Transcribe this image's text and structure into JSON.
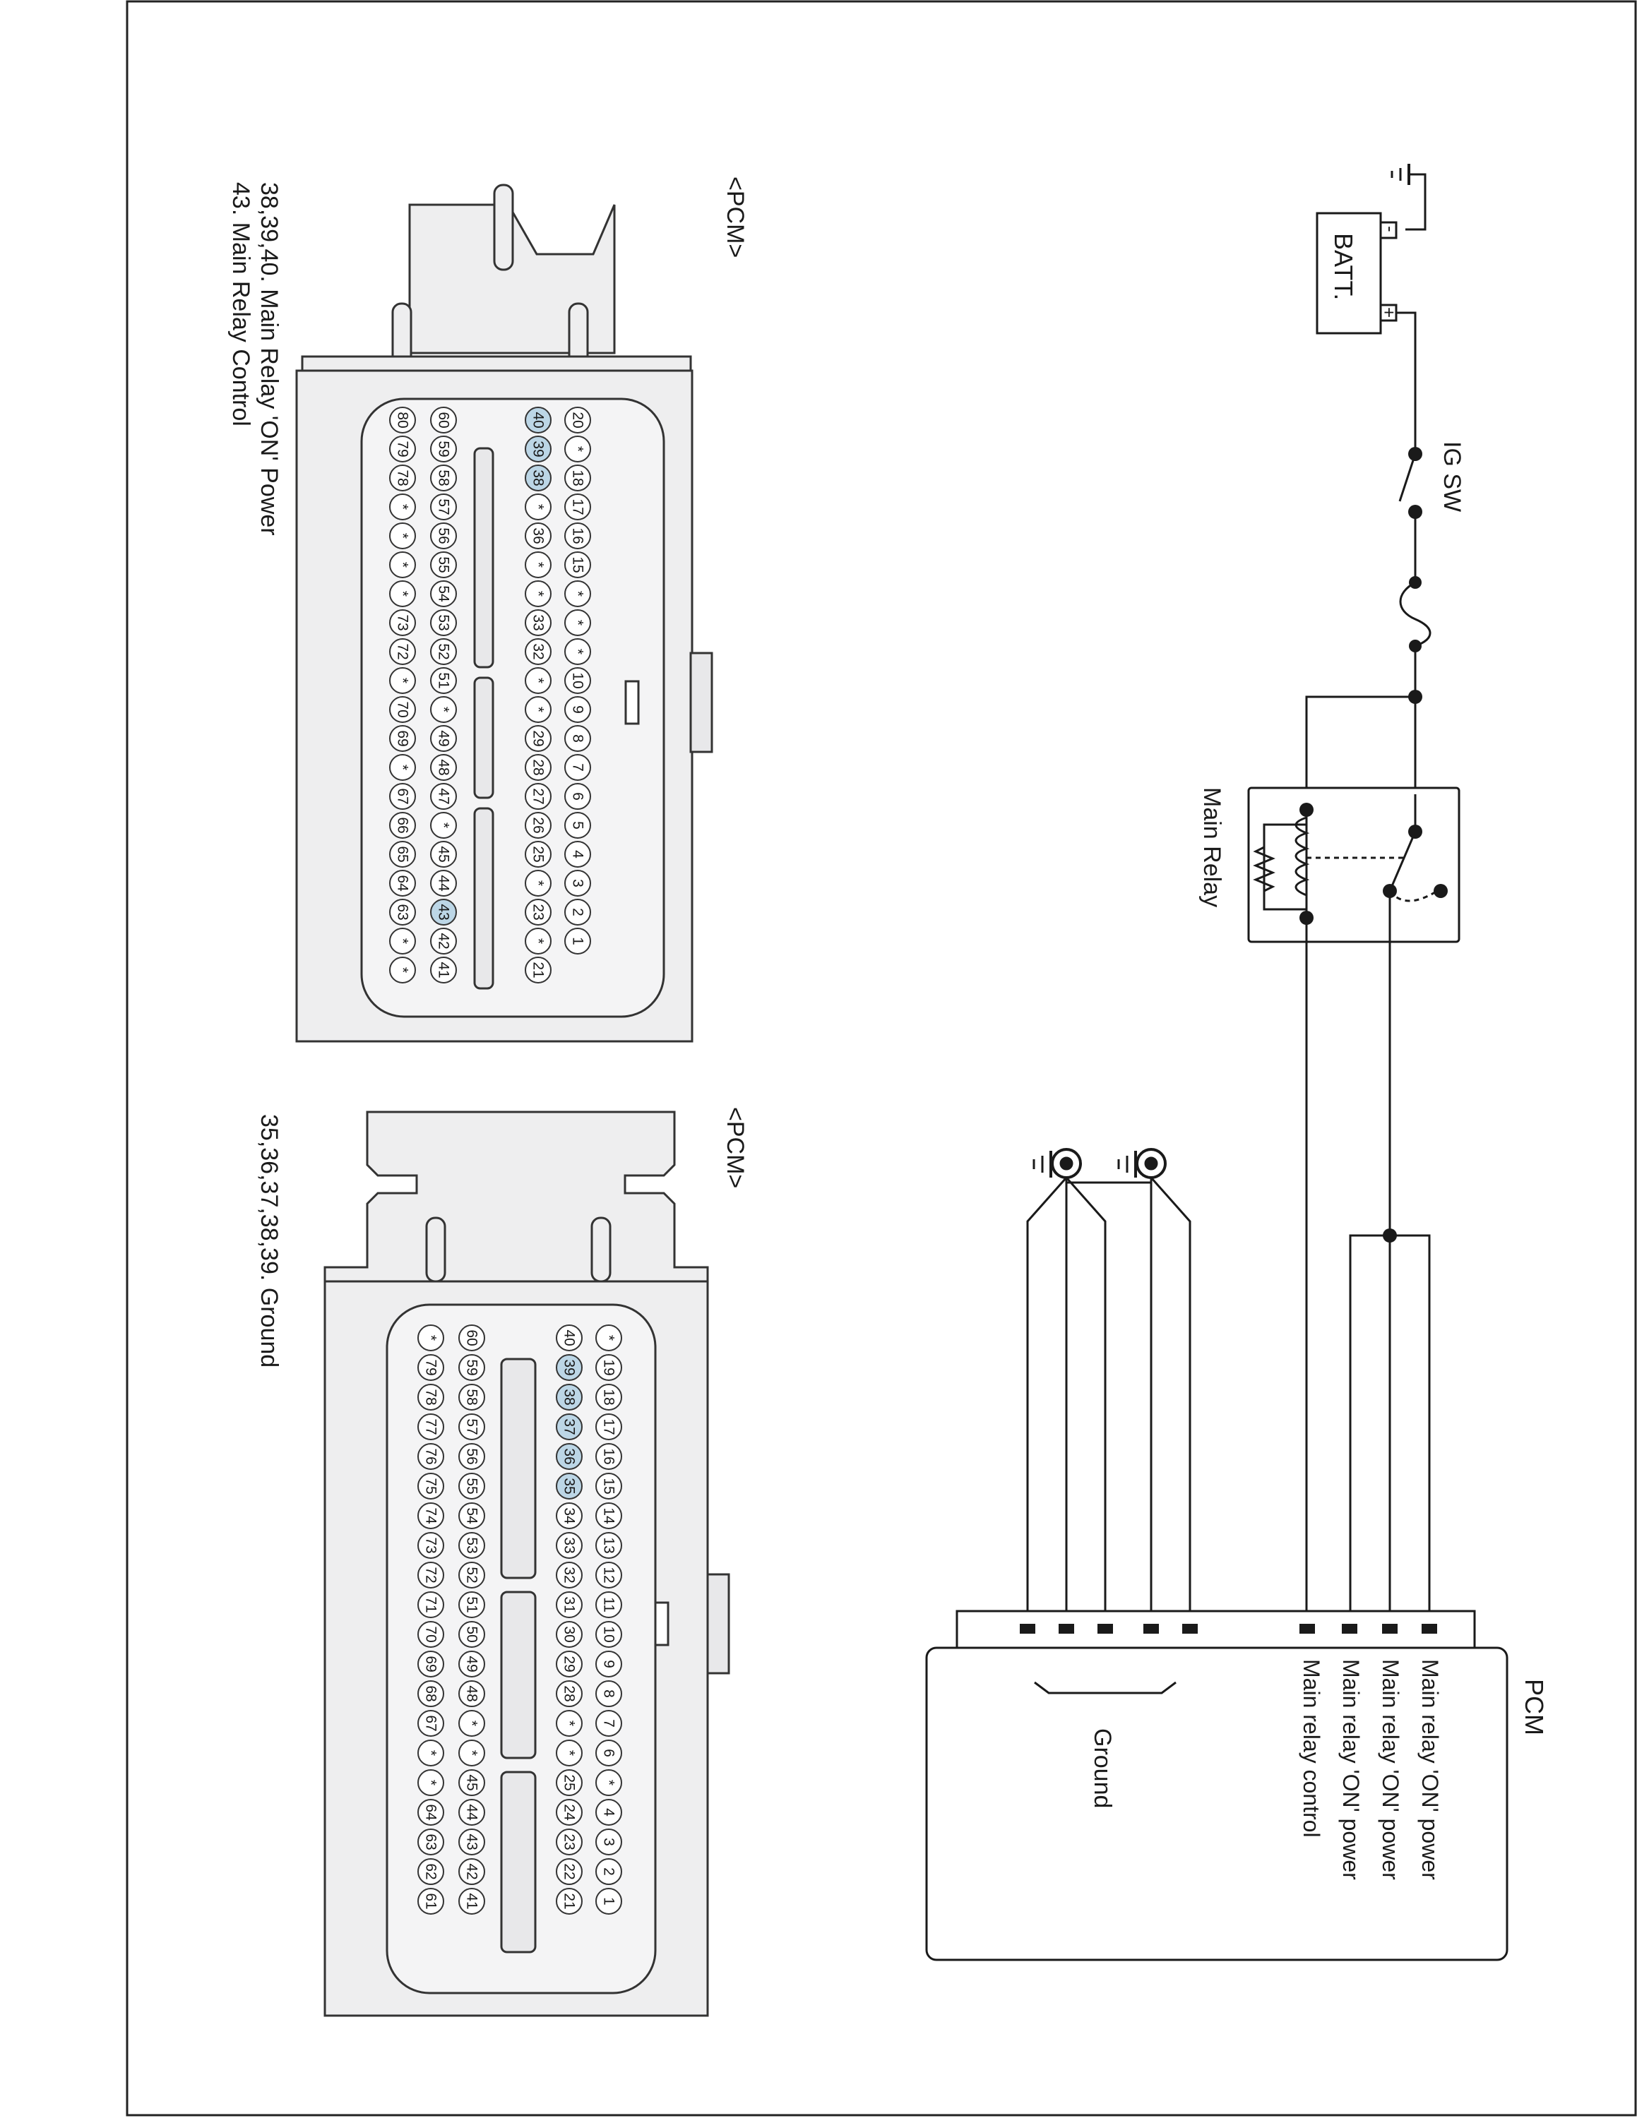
{
  "schematic": {
    "battery_label": "BATT.",
    "battery_plus": "+",
    "battery_minus": "-",
    "ig_switch_label": "IG SW",
    "main_relay_label": "Main Relay",
    "pcm_label": "PCM",
    "pcm_terminals": [
      "Main relay 'ON' power",
      "Main relay 'ON' power",
      "Main relay 'ON' power",
      "Main relay control"
    ],
    "ground_label": "Ground"
  },
  "connectors": [
    {
      "title": "<PCM>",
      "notes": [
        "38,39,40. Main Relay 'ON' Power",
        "43. Main Relay  Control"
      ],
      "rows": [
        [
          "20",
          "*",
          "18",
          "17",
          "16",
          "15",
          "*",
          "*",
          "*",
          "10",
          "9",
          "8",
          "7",
          "6",
          "5",
          "4",
          "3",
          "2",
          "1"
        ],
        [
          "40",
          "39",
          "38",
          "*",
          "36",
          "*",
          "*",
          "33",
          "32",
          "*",
          "*",
          "29",
          "28",
          "27",
          "26",
          "25",
          "*",
          "23",
          "*",
          "21"
        ],
        [
          "60",
          "59",
          "58",
          "57",
          "56",
          "55",
          "54",
          "53",
          "52",
          "51",
          "*",
          "49",
          "48",
          "47",
          "*",
          "45",
          "44",
          "43",
          "42",
          "41"
        ],
        [
          "80",
          "79",
          "78",
          "*",
          "*",
          "*",
          "*",
          "73",
          "72",
          "*",
          "70",
          "69",
          "*",
          "67",
          "66",
          "65",
          "64",
          "63",
          "*",
          "*"
        ]
      ],
      "highlighted": [
        "38",
        "39",
        "40",
        "43"
      ],
      "highlight_color": "#bcd6e6"
    },
    {
      "title": "<PCM>",
      "notes": [
        "35,36,37,38,39. Ground"
      ],
      "rows": [
        [
          "*",
          "19",
          "18",
          "17",
          "16",
          "15",
          "14",
          "13",
          "12",
          "11",
          "10",
          "9",
          "8",
          "7",
          "6",
          "*",
          "4",
          "3",
          "2",
          "1"
        ],
        [
          "40",
          "39",
          "38",
          "37",
          "36",
          "35",
          "34",
          "33",
          "32",
          "31",
          "30",
          "29",
          "28",
          "*",
          "*",
          "25",
          "24",
          "23",
          "22",
          "21"
        ],
        [
          "60",
          "59",
          "58",
          "57",
          "56",
          "55",
          "54",
          "53",
          "52",
          "51",
          "50",
          "49",
          "48",
          "*",
          "*",
          "45",
          "44",
          "43",
          "42",
          "41"
        ],
        [
          "*",
          "79",
          "78",
          "77",
          "76",
          "75",
          "74",
          "73",
          "72",
          "71",
          "70",
          "69",
          "68",
          "67",
          "*",
          "*",
          "64",
          "63",
          "62",
          "61"
        ]
      ],
      "highlighted": [
        "35",
        "36",
        "37",
        "38",
        "39"
      ],
      "highlight_color": "#bcd6e6"
    }
  ]
}
